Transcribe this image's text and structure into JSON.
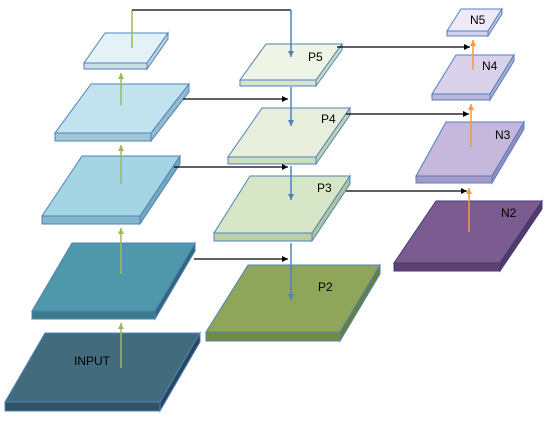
{
  "labels": {
    "input": "INPUT",
    "p2": "P2",
    "p3": "P3",
    "p4": "P4",
    "p5": "P5",
    "n2": "N2",
    "n3": "N3",
    "n4": "N4",
    "n5": "N5"
  },
  "colors": {
    "arrow_green": "#9bbb59",
    "arrow_blue": "#4f81bd",
    "arrow_orange": "#f79646",
    "arrow_black": "#000000",
    "outline": "#4f81bd",
    "outline_purple": "#3f3a7a",
    "input_top": "#426b7d",
    "backbone_2_top": "#4f98ab",
    "backbone_3_top": "#a4d5e5",
    "backbone_4_top": "#c0e3ef",
    "backbone_5_top": "#e3f2f7",
    "p2_top": "#8fa65a",
    "p3_top": "#d8e6c8",
    "p4_top": "#e7efdc",
    "p5_top": "#eef5e7",
    "n2_top": "#7c5c90",
    "n3_top": "#c5b8dc",
    "n4_top": "#dad2ea",
    "n5_top": "#eeeaf6"
  }
}
